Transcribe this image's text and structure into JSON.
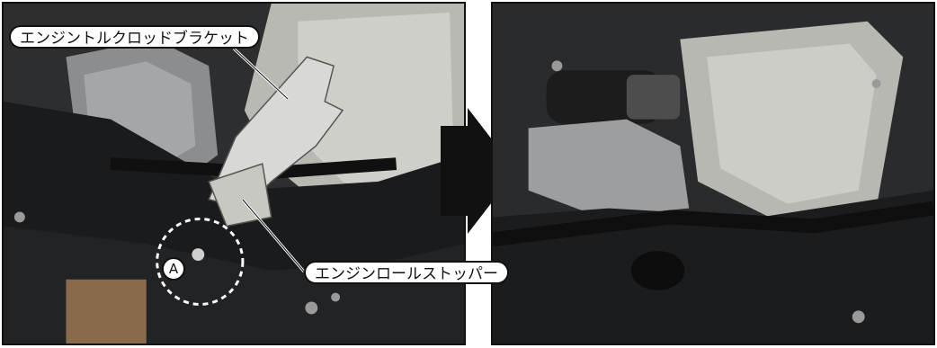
{
  "labels": {
    "bracket": "エンジントルクロッドブラケット",
    "stopper": "エンジンロールストッパー",
    "marker": "A"
  },
  "icons": {
    "transition_arrow": "right-arrow-icon"
  },
  "colors": {
    "callout_fill": "#ffffff",
    "callout_border": "#111111",
    "arrow": "#111111"
  }
}
